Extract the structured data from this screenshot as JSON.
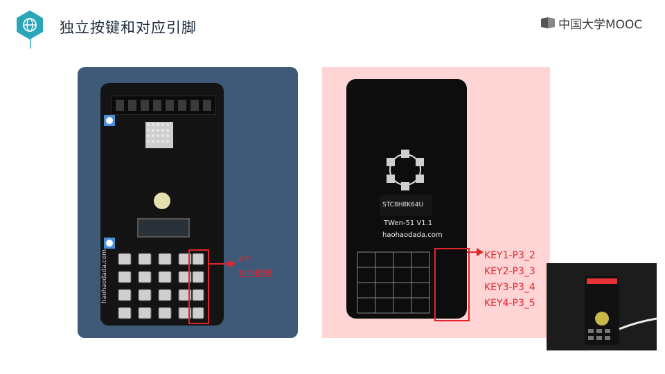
{
  "header": {
    "title": "独立按键和对应引脚",
    "brand": "中国大学MOOC"
  },
  "left_figure": {
    "annotation_line1": "4个",
    "annotation_line2": "独立按键",
    "board_text": "haohaodada.com"
  },
  "right_figure": {
    "chip_label": "STC8H8K64U",
    "board_name": "TWen-51 V1.1",
    "website": "haohaodada.com",
    "keys": [
      "KEY1-P3_2",
      "KEY2-P3_3",
      "KEY3-P3_4",
      "KEY4-P3_5"
    ]
  },
  "colors": {
    "accent_red": "#e3242b",
    "left_panel": "#3e5a78",
    "right_panel": "#ffd4d4",
    "header_icon": "#2aa6b8"
  }
}
